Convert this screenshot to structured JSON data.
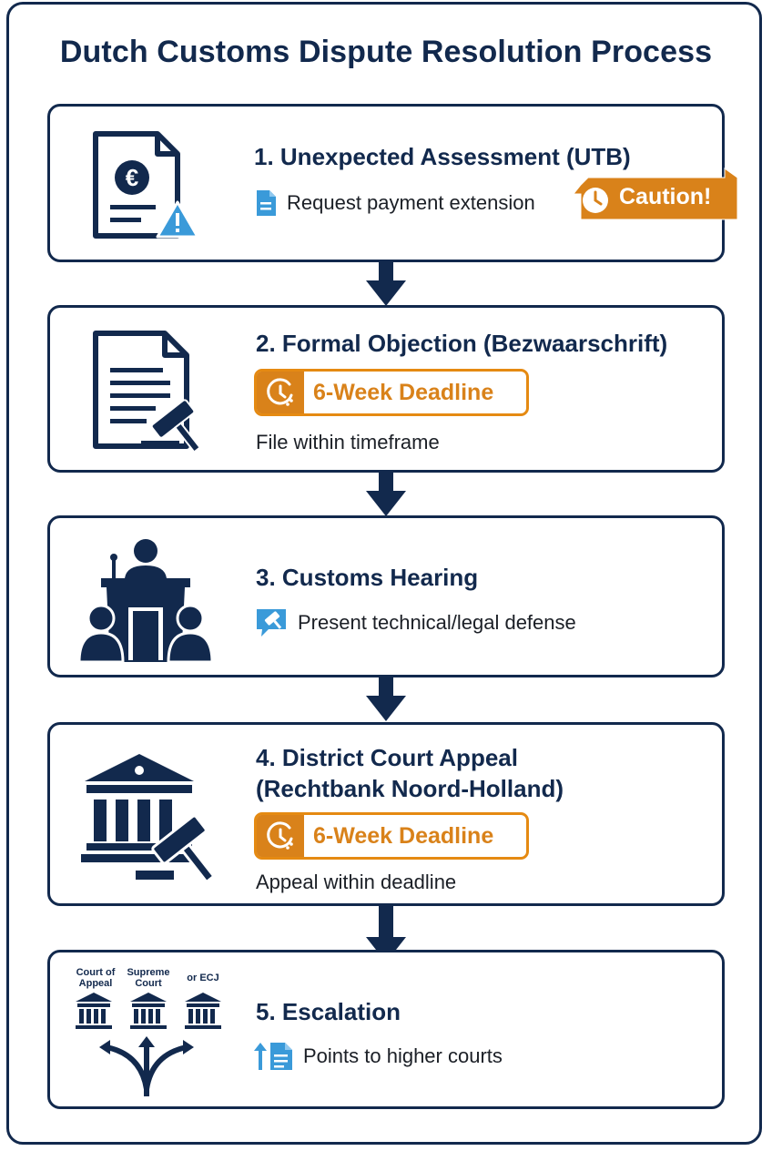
{
  "title": "Dutch Customs Dispute Resolution Process",
  "colors": {
    "navy": "#12294d",
    "orange": "#d9821a",
    "light_blue": "#3a9ad9"
  },
  "steps": [
    {
      "title": "1. Unexpected Assessment (UTB)",
      "icon": "euro-document-warning-icon",
      "note": "Request payment extension",
      "note_icon": "document-icon",
      "badge": "Caution!",
      "badge_icon": "clock-icon"
    },
    {
      "title": "2. Formal Objection (Bezwaarschrift)",
      "icon": "document-gavel-icon",
      "deadline": "6-Week Deadline",
      "deadline_icon": "clock-icon",
      "note": "File within timeframe"
    },
    {
      "title": "3. Customs Hearing",
      "icon": "hearing-podium-icon",
      "note": "Present technical/legal defense",
      "note_icon": "speech-bubble-gavel-icon"
    },
    {
      "title_line1": "4. District Court Appeal",
      "title_line2": "(Rechtbank Noord-Holland)",
      "icon": "courthouse-gavel-icon",
      "deadline": "6-Week Deadline",
      "deadline_icon": "clock-icon",
      "note": "Appeal within deadline"
    },
    {
      "title": "5. Escalation",
      "icon": "branching-courts-icon",
      "courts": [
        {
          "line1": "Court of",
          "line2": "Appeal"
        },
        {
          "line1": "Supreme",
          "line2": "Court"
        },
        {
          "line1": "or ECJ",
          "line2": ""
        }
      ],
      "note": "Points to higher courts",
      "note_icon": "arrow-up-document-icon"
    }
  ]
}
